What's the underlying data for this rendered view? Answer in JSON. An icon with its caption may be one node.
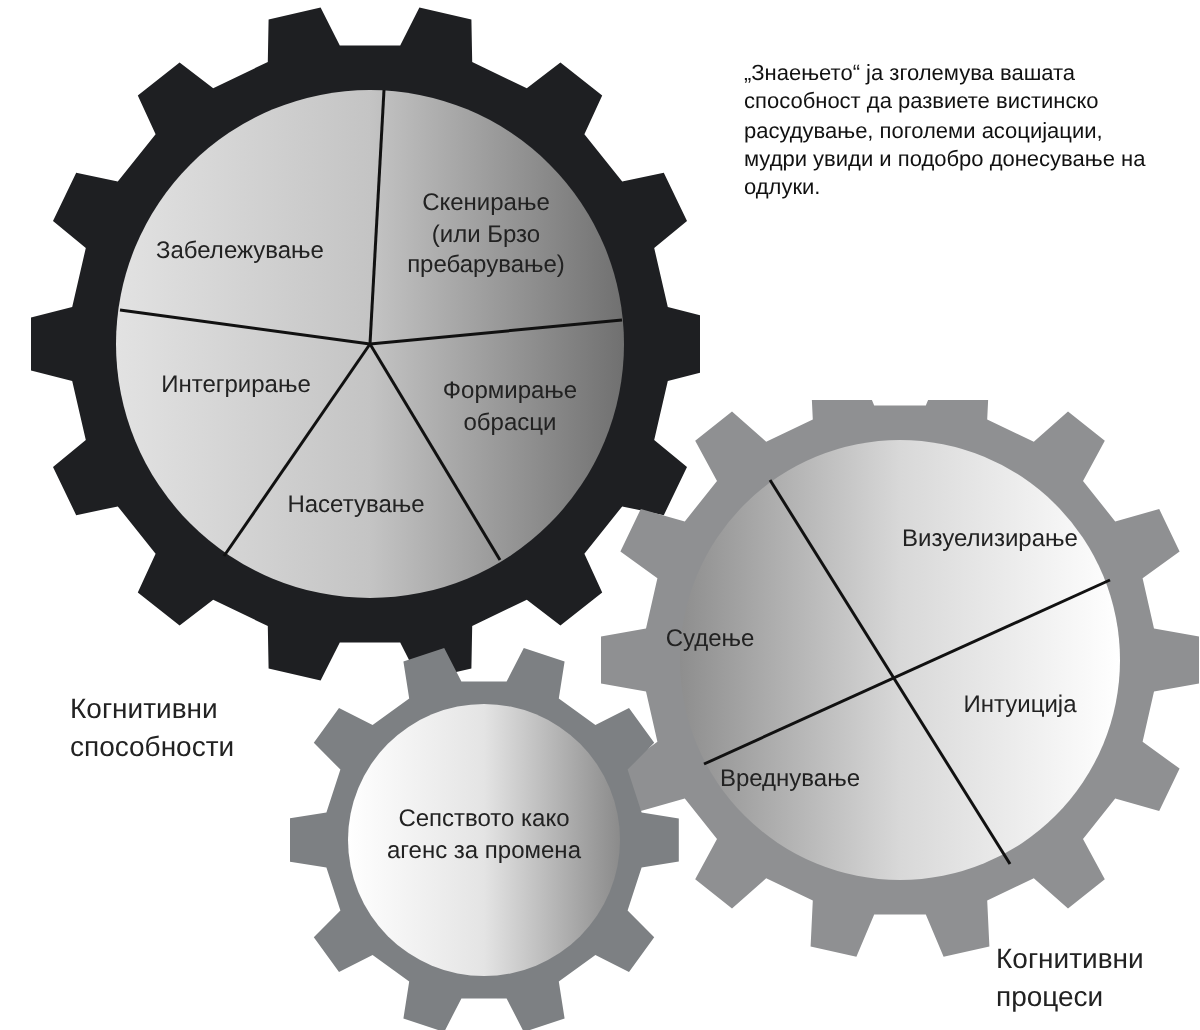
{
  "diagram": {
    "nodes": [
      {
        "text": [
          "Когнитивни способности"
        ]
      },
      {
        "text": [
          "Скенирање (или Брзо пребарување)"
        ],
        "in": 0
      },
      {
        "text": [
          "Забележување"
        ],
        "in": 0
      },
      {
        "text": [
          "Интегрирање"
        ],
        "in": 0
      },
      {
        "text": [
          "Формирање обрасци"
        ],
        "in": 0
      },
      {
        "text": [
          "Насетување"
        ],
        "in": 0
      },
      {
        "text": [
          "Когнитивни процеси"
        ]
      },
      {
        "text": [
          "Визуелизирање"
        ],
        "in": 6
      },
      {
        "text": [
          "Судење"
        ],
        "in": 6
      },
      {
        "text": [
          "Интуиција"
        ],
        "in": 6
      },
      {
        "text": [
          "Вреднување"
        ],
        "in": 6
      },
      {
        "text": [
          "Сепството како агенс за промена"
        ]
      }
    ],
    "edges": [],
    "labels": [
      "„Знаењето“ ја зголемува вашата способност да развиете вистинско расудување, поголеми асоцијации, мудри увиди и  подобро донесување на одлуки."
    ]
  }
}
